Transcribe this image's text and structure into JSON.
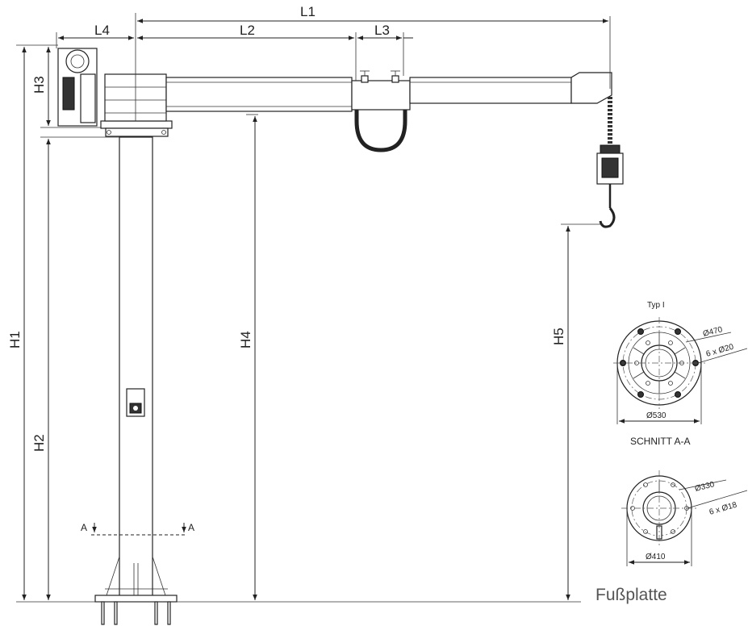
{
  "dimensions": {
    "L1": "L1",
    "L2": "L2",
    "L3": "L3",
    "L4": "L4",
    "H1": "H1",
    "H2": "H2",
    "H3": "H3",
    "H4": "H4",
    "H5": "H5"
  },
  "section_marker": "A",
  "type1": {
    "label": "Typ I",
    "bolt_circle": "Ø470",
    "holes": "6 x Ø20",
    "outer": "Ø530",
    "caption": "SCHNITT A-A"
  },
  "plate2": {
    "bolt_circle": "Ø330",
    "holes": "6 x Ø18",
    "outer": "Ø410"
  },
  "footplate_label": "Fußplatte",
  "colors": {
    "line": "#222222",
    "footplate_text": "#555555"
  }
}
